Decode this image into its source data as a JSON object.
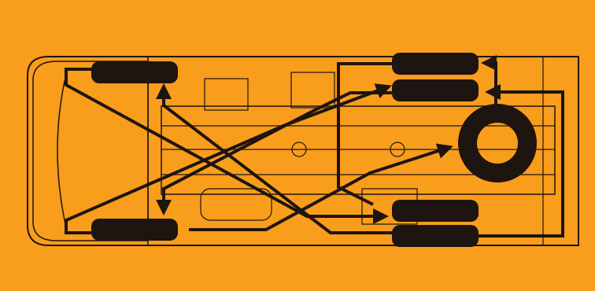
{
  "diagram": {
    "background_color": "#f99d1c",
    "line_color": "#1e1410",
    "tire_color": "#1e1410",
    "subject": "van-chassis-underside",
    "wheel_positions": [
      "front-left",
      "front-right",
      "rear-left-inner",
      "rear-left-outer",
      "rear-right-inner",
      "rear-right-outer",
      "spare"
    ],
    "rotation_arrows": [
      {
        "from": "front-left",
        "to": "rear-right-inner"
      },
      {
        "from": "front-right",
        "to": "rear-left-inner"
      },
      {
        "from": "rear-left-outer",
        "to": "front-right"
      },
      {
        "from": "rear-right-outer",
        "to": "front-left"
      },
      {
        "from": "rear-left-inner",
        "to": "rear-right-outer"
      },
      {
        "from": "spare",
        "to": "rear-left-outer"
      },
      {
        "from": "rear-right-inner",
        "to": "spare"
      }
    ]
  }
}
